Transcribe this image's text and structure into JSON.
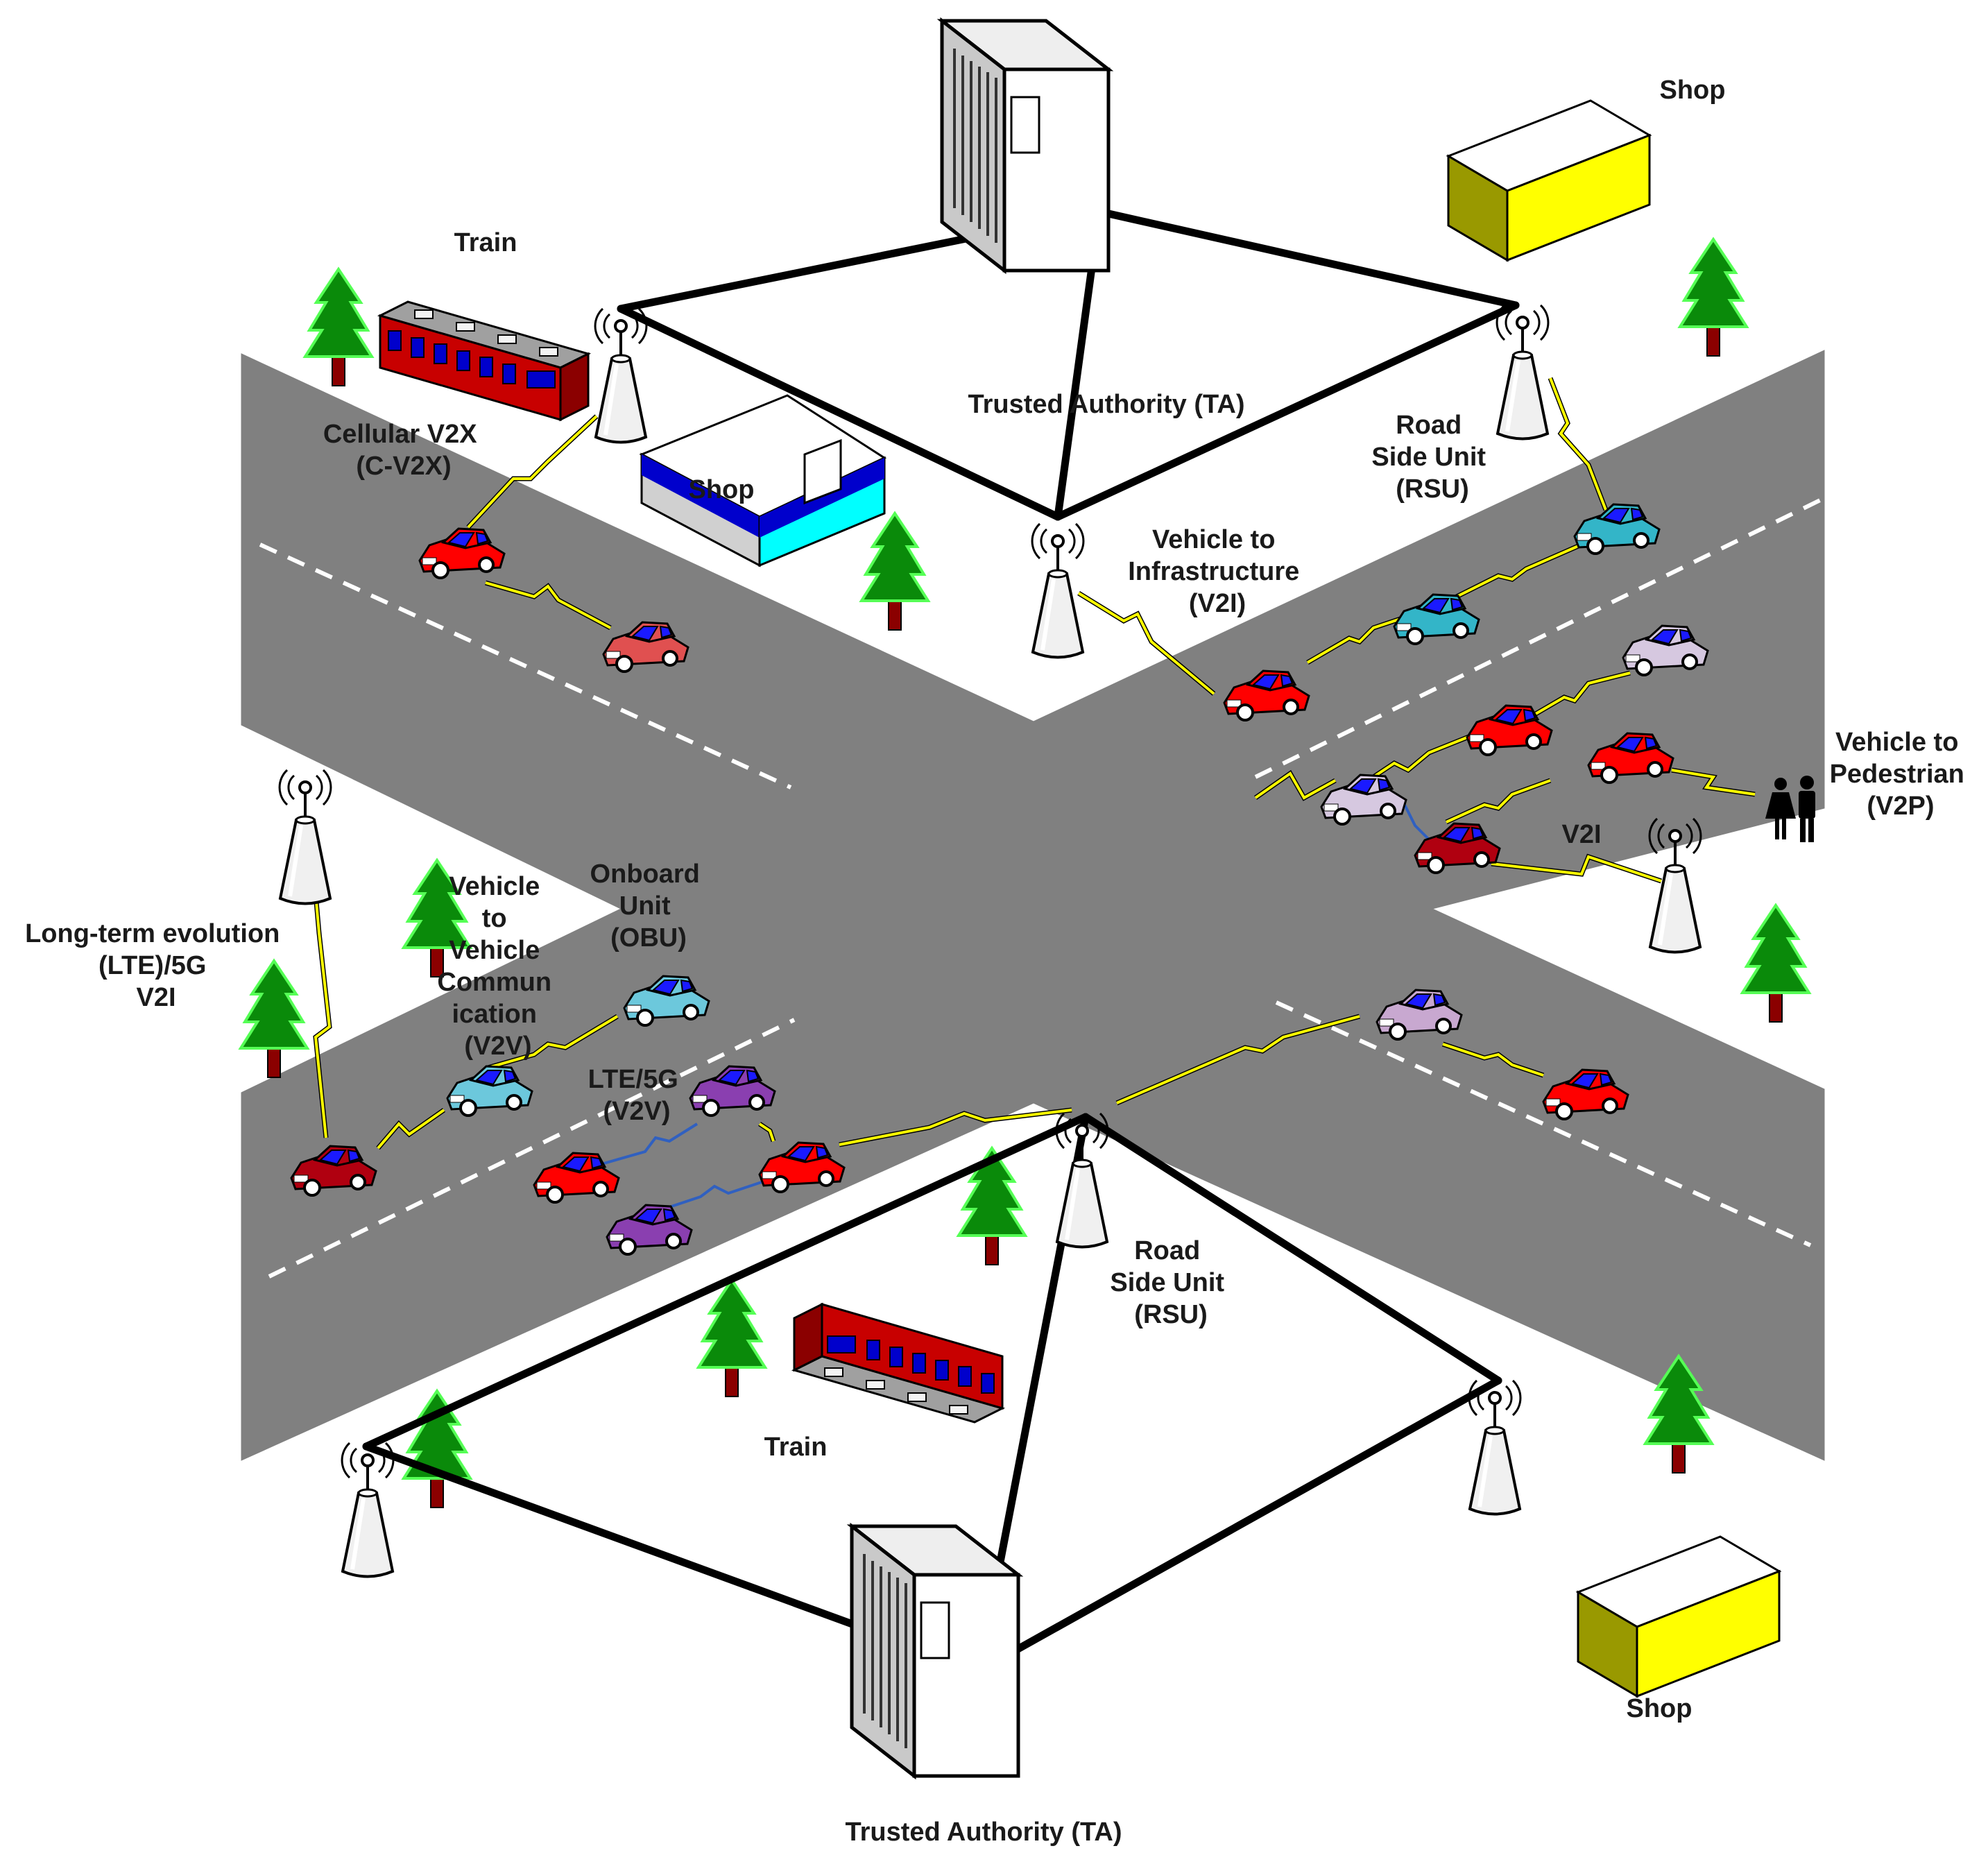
{
  "labels": {
    "shop_top_right": "Shop",
    "shop_middle": "Shop",
    "shop_bottom_right": "Shop",
    "train_top": "Train",
    "train_bottom": "Train",
    "ta_top": "Trusted Authority (TA)",
    "ta_bottom": "Trusted Authority (TA)",
    "cv2x": [
      "Cellular V2X",
      "(C-V2X)"
    ],
    "rsu_top": [
      "Road",
      "Side Unit",
      "(RSU)"
    ],
    "rsu_bottom": [
      "Road",
      "Side Unit",
      "(RSU)"
    ],
    "v2i_main": [
      "Vehicle to",
      "Infrastructure",
      "(V2I)"
    ],
    "v2p": [
      "Vehicle to",
      "Pedestrian",
      "(V2P)"
    ],
    "v2i_short": "V2I",
    "lte_v2i": [
      "Long-term evolution",
      "(LTE)/5G",
      "V2I"
    ],
    "v2v": [
      "Vehicle",
      "to",
      "Vehicle",
      "Commun",
      "ication",
      "(V2V)"
    ],
    "obu": [
      "Onboard",
      "Unit",
      "(OBU)"
    ],
    "lte_v2v": [
      "LTE/5G",
      "(V2V)"
    ]
  },
  "colors": {
    "road": "#808080",
    "lane_dash": "#ffffff",
    "link": "#000000",
    "wireless": "#ffff00",
    "tree": "#0a8a0a",
    "tree_outline": "#55ff55",
    "trunk": "#8b0000",
    "shop_top": "#ffffff",
    "shop_front": "#ffff00",
    "shop_side": "#999900",
    "car_red": "#ff0000",
    "car_cyan": "#6cc8dc",
    "car_teal": "#33b5c8",
    "car_lavender": "#d6c8e0",
    "car_purple": "#8a3fb0",
    "car_maroon": "#b00010",
    "car_salmon": "#e05050"
  },
  "icons": [
    "tower-icon",
    "server-icon",
    "tree-icon",
    "shop-icon",
    "train-icon",
    "car-icon",
    "pedestrian-icon"
  ]
}
